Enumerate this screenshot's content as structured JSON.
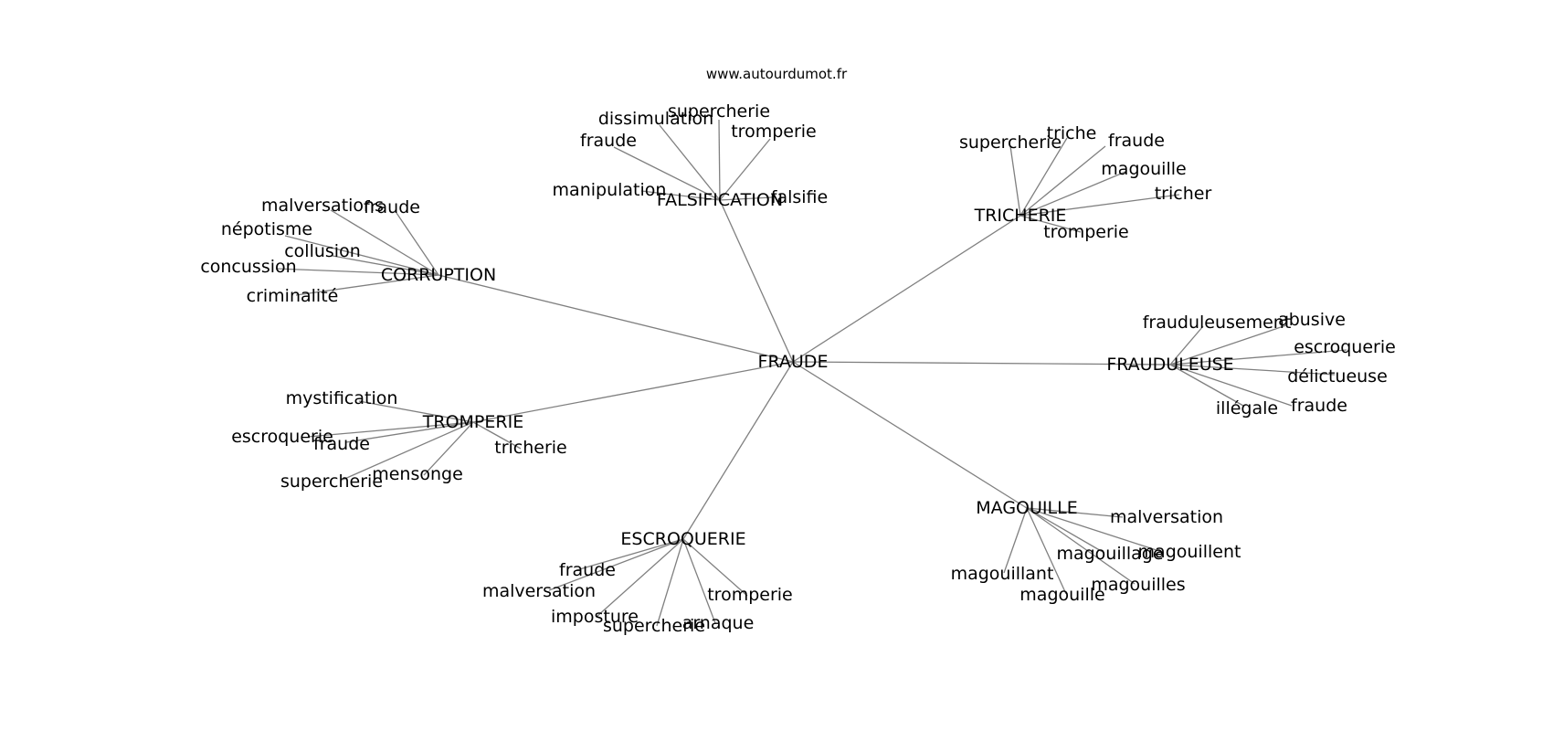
{
  "site_url": "www.autourdumot.fr",
  "root": "FRAUDE",
  "clusters": [
    {
      "name": "FALSIFICATION",
      "words": [
        "supercherie",
        "dissimulation",
        "tromperie",
        "fraude",
        "manipulation",
        "falsifie"
      ]
    },
    {
      "name": "TRICHERIE",
      "words": [
        "supercherie",
        "triche",
        "fraude",
        "magouille",
        "tricher",
        "tromperie"
      ]
    },
    {
      "name": "CORRUPTION",
      "words": [
        "malversations",
        "fraude",
        "népotisme",
        "collusion",
        "concussion",
        "criminalité"
      ]
    },
    {
      "name": "FRAUDULEUSE",
      "words": [
        "frauduleusement",
        "abusive",
        "escroquerie",
        "délictueuse",
        "fraude",
        "illégale"
      ]
    },
    {
      "name": "TROMPERIE",
      "words": [
        "mystification",
        "escroquerie",
        "fraude",
        "tricherie",
        "mensonge",
        "supercherie"
      ]
    },
    {
      "name": "ESCROQUERIE",
      "words": [
        "fraude",
        "malversation",
        "imposture",
        "supercherie",
        "arnaque",
        "tromperie"
      ]
    },
    {
      "name": "MAGOUILLE",
      "words": [
        "malversation",
        "magouillage",
        "magouillent",
        "magouillant",
        "magouilles",
        "magouille"
      ]
    }
  ]
}
